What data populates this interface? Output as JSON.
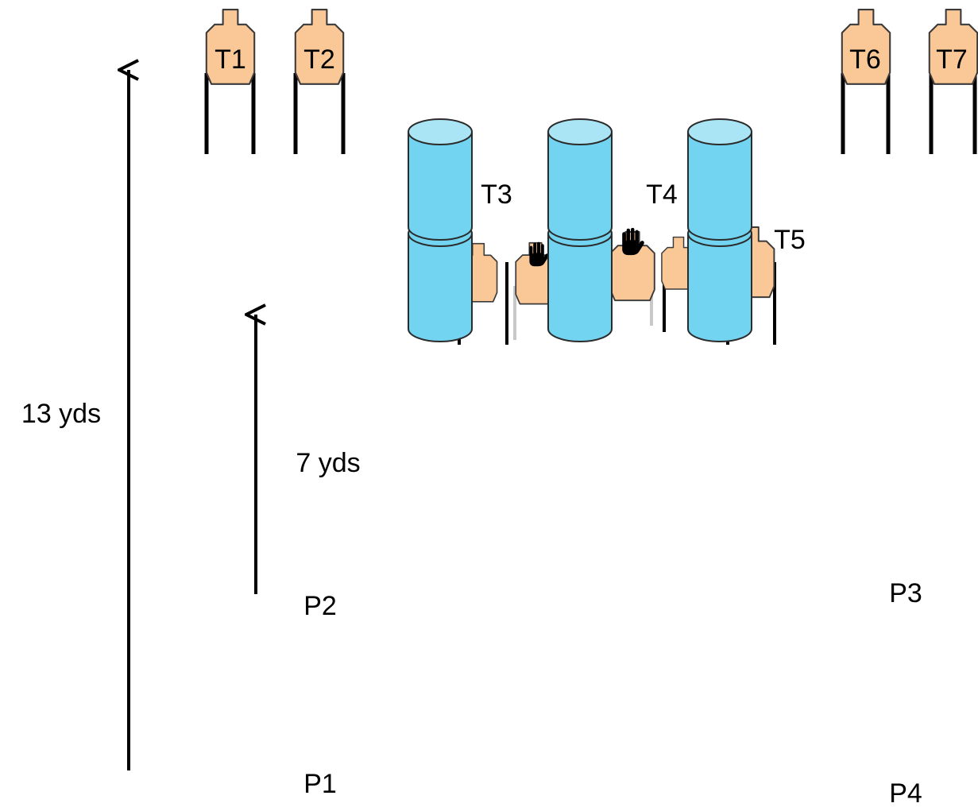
{
  "colors": {
    "target_fill": "#FAC896",
    "target_stroke": "#3a3a3a",
    "barrel_fill": "#72D4F0",
    "barrel_top": "#A9E5F5",
    "barrel_stroke": "#2b2b2b",
    "line": "#000000",
    "leg_grey": "#c8c8c8"
  },
  "targets": {
    "t1": "T1",
    "t2": "T2",
    "t3": "T3",
    "t4": "T4",
    "t5": "T5",
    "t6": "T6",
    "t7": "T7"
  },
  "distances": {
    "long": "13 yds",
    "short": "7 yds"
  },
  "positions": {
    "p1": "P1",
    "p2": "P2",
    "p3": "P3",
    "p4": "P4"
  },
  "icons": {
    "no_shoot": "hand-icon",
    "barrel": "barrel-icon",
    "target": "silhouette-target-icon"
  }
}
